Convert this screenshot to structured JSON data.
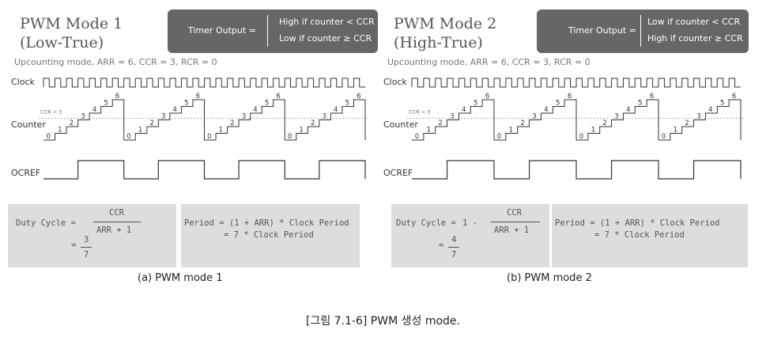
{
  "figure_caption": "[그림 7.1-6] PWM 생성 mode.",
  "panels": [
    {
      "title": "PWM Mode 1",
      "subtitle": "(Low-True)",
      "timer_label": "Timer Output =",
      "timer_line1": "High if counter < CCR",
      "timer_line2": "Low if counter ≥ CCR",
      "params": "Upcounting mode, ARR = 6, CCR = 3, RCR = 0",
      "clock_label": "Clock",
      "counter_label": "Counter",
      "ccr_label": "CCR = 3",
      "ocref_label": "OCREF",
      "duty_label": "Duty Cycle =",
      "duty_prefix": "",
      "duty_num": "CCR",
      "duty_den": "ARR + 1",
      "duty_eq": "=",
      "duty_rnum": "3",
      "duty_rden": "7",
      "period_line1": "Period = (1 + ARR) * Clock Period",
      "period_line2": "= 7 * Clock Period",
      "caption": "(a) PWM mode 1",
      "counter_values": [
        "0",
        "1",
        "2",
        "3",
        "4",
        "5",
        "6"
      ],
      "ocref_high_when": "counter_ge_ccr",
      "cycles": 4
    },
    {
      "title": "PWM Mode 2",
      "subtitle": "(High-True)",
      "timer_label": "Timer Output =",
      "timer_line1": "Low if counter < CCR",
      "timer_line2": "High if counter ≥ CCR",
      "params": "Upcounting mode, ARR = 6, CCR = 3, RCR = 0",
      "clock_label": "Clock",
      "counter_label": "Counter",
      "ccr_label": "CCR = 3",
      "ocref_label": "OCREF",
      "duty_label": "Duty Cycle =",
      "duty_prefix": "1 -",
      "duty_num": "CCR",
      "duty_den": "ARR + 1",
      "duty_eq": "=",
      "duty_rnum": "4",
      "duty_rden": "7",
      "period_line1": "Period = (1 + ARR) * Clock Period",
      "period_line2": "= 7 * Clock Period",
      "caption": "(b) PWM mode 2",
      "counter_values": [
        "0",
        "1",
        "2",
        "3",
        "4",
        "5",
        "6"
      ],
      "ocref_high_when": "counter_ge_ccr",
      "cycles": 4
    }
  ]
}
